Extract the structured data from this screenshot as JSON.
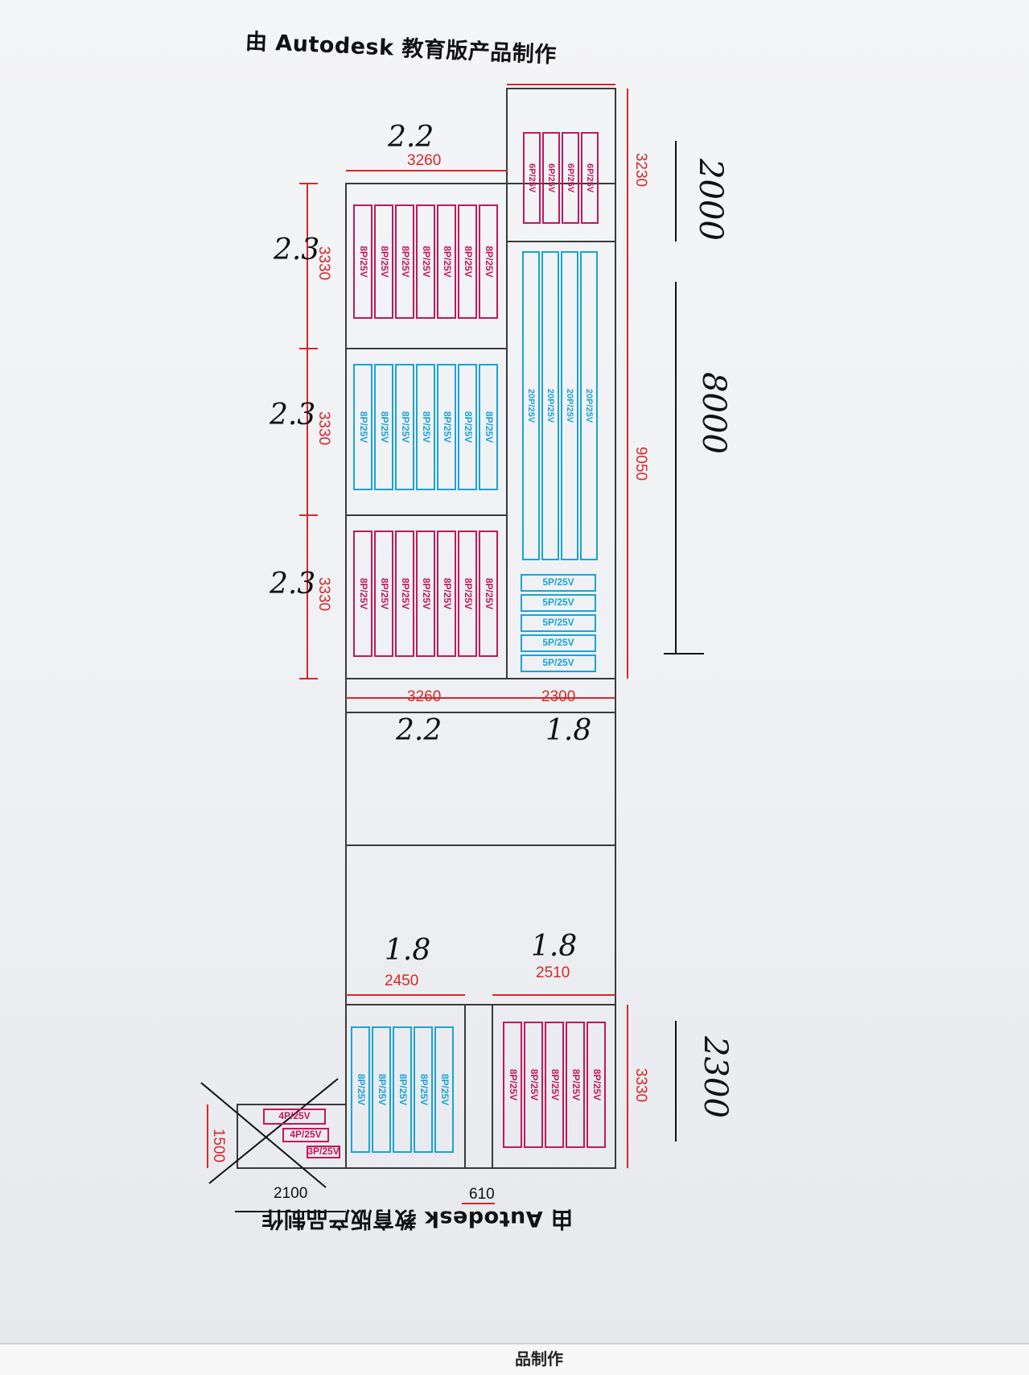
{
  "watermark": "由 Autodesk 教育版产品制作",
  "colors": {
    "ink": "#3a3a3a",
    "dimension": "#d62828",
    "breaker_red": "#c2185b",
    "breaker_blue": "#1aa3d6"
  },
  "breakers": {
    "red_8p": "8P/25V",
    "red_6p": "6P/25V",
    "blue_8p": "8P/25V",
    "blue_20p": "20P/25V",
    "blue_5p": "5P/25V",
    "small_4p": "4P/25V",
    "small_4p_2": "4P/25V",
    "small_3p": "3P/25V"
  },
  "dimensions": {
    "top_room_width": "3260",
    "right_top_height": "3230",
    "left_block_h1": "3330",
    "left_block_h2": "3330",
    "left_block_h3": "3330",
    "right_tall_height": "9050",
    "mid_left_width": "3260",
    "mid_right_width": "2300",
    "bottom_left_width": "2450",
    "bottom_right_width": "2510",
    "bottom_right_height": "3330",
    "annex_height": "1500",
    "annex_width": "2100",
    "gap_width": "610"
  },
  "handwritten": {
    "top_width": "2.2",
    "left_1": "2.3",
    "left_2": "2.3",
    "left_3": "2.3",
    "right_top": "2000",
    "right_tall": "8000",
    "mid_left": "2.2",
    "mid_right": "1.8",
    "bottom_left": "1.8",
    "bottom_right": "1.8",
    "bottom_right_side": "2300"
  },
  "footer_fragment": "品制作"
}
